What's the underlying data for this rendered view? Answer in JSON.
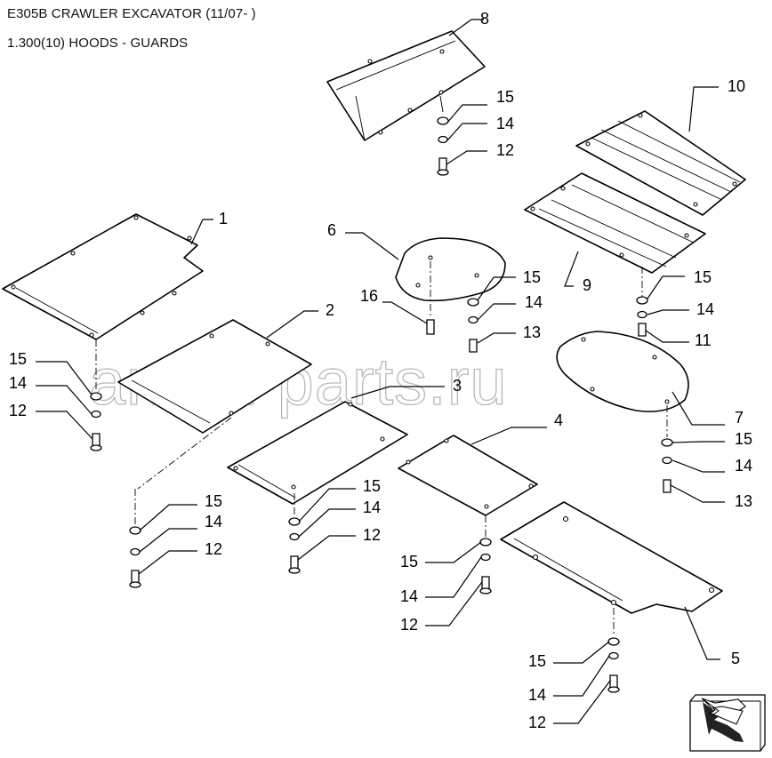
{
  "header": {
    "title": "E305B CRAWLER EXCAVATOR (11/07- )",
    "subtitle": "1.300(10) HOODS - GUARDS"
  },
  "watermark": "ansat-parts.ru",
  "callouts": {
    "c1": "1",
    "c2": "2",
    "c3": "3",
    "c4": "4",
    "c5": "5",
    "c6": "6",
    "c7": "7",
    "c8": "8",
    "c9": "9",
    "c10": "10",
    "c11": "11",
    "c16": "16",
    "p8_15": "15",
    "p8_14": "14",
    "p8_12": "12",
    "p6_15": "15",
    "p6_14": "14",
    "p6_13": "13",
    "p9_15": "15",
    "p9_14": "14",
    "p1_15": "15",
    "p1_14": "14",
    "p1_12": "12",
    "p2_15": "15",
    "p2_14": "14",
    "p2_12": "12",
    "p3_15": "15",
    "p3_14": "14",
    "p3_12": "12",
    "p4_15": "15",
    "p4_14": "14",
    "p4_12": "12",
    "p7_15": "15",
    "p7_14": "14",
    "p7_13": "13",
    "p5_15": "15",
    "p5_14": "14",
    "p5_12": "12"
  },
  "icons": {
    "nav": "next-page-arrow-icon"
  }
}
